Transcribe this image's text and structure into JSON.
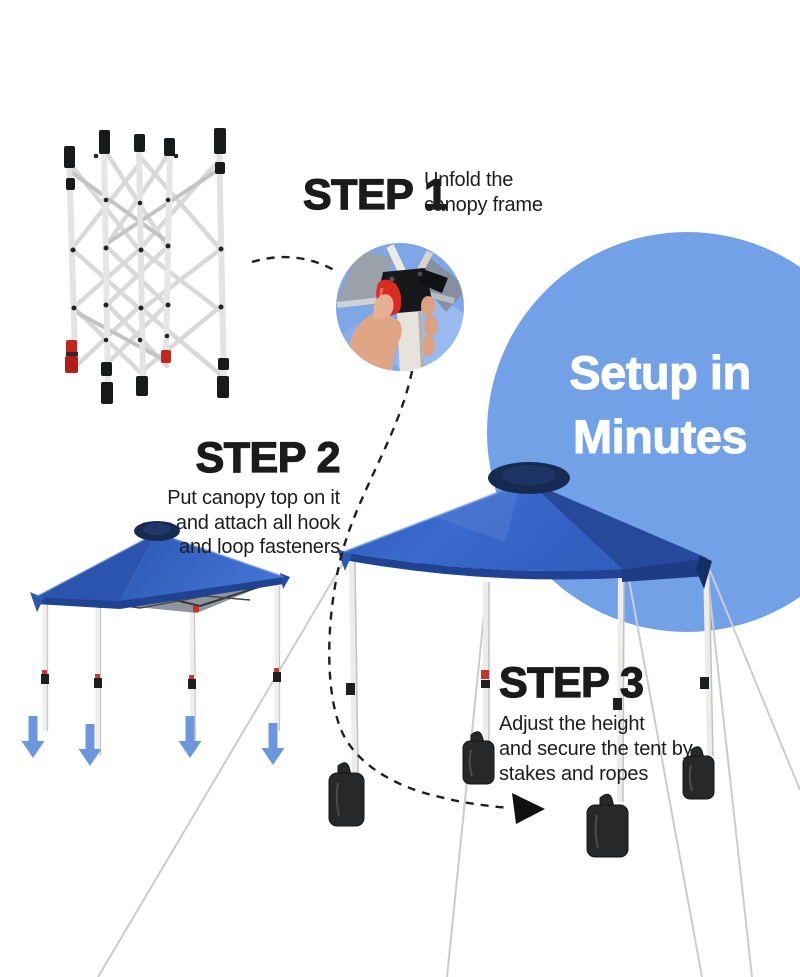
{
  "hero": {
    "line1": "Setup in",
    "line2": "Minutes"
  },
  "steps": [
    {
      "label": "STEP 1",
      "lines": [
        "Unfold the",
        "canopy frame"
      ]
    },
    {
      "label": "STEP 2",
      "lines": [
        "Put canopy top on it",
        "and attach all hook",
        "and loop fasteners"
      ]
    },
    {
      "label": "STEP 3",
      "lines": [
        "Adjust the height",
        "and secure the tent by",
        "stakes and ropes"
      ]
    }
  ],
  "illustrations": {
    "folded_frame": "folded-canopy-frame",
    "inset_photo": "hand-pressing-red-lever-on-frame",
    "tent_small": "canopy-tent-with-push-down-arrows",
    "tent_large": "canopy-tent-with-sandbags-and-ropes"
  },
  "colors": {
    "circle_blue": "#72A1E8",
    "canopy_blue": "#3465C8",
    "canopy_blue_dark": "#26499B",
    "arrow_blue": "#6D97DC",
    "lever_red": "#D92C20",
    "sandbag_black": "#26282A",
    "hero_text": "#FFFFFF",
    "text_dark": "#1C1C1C"
  }
}
